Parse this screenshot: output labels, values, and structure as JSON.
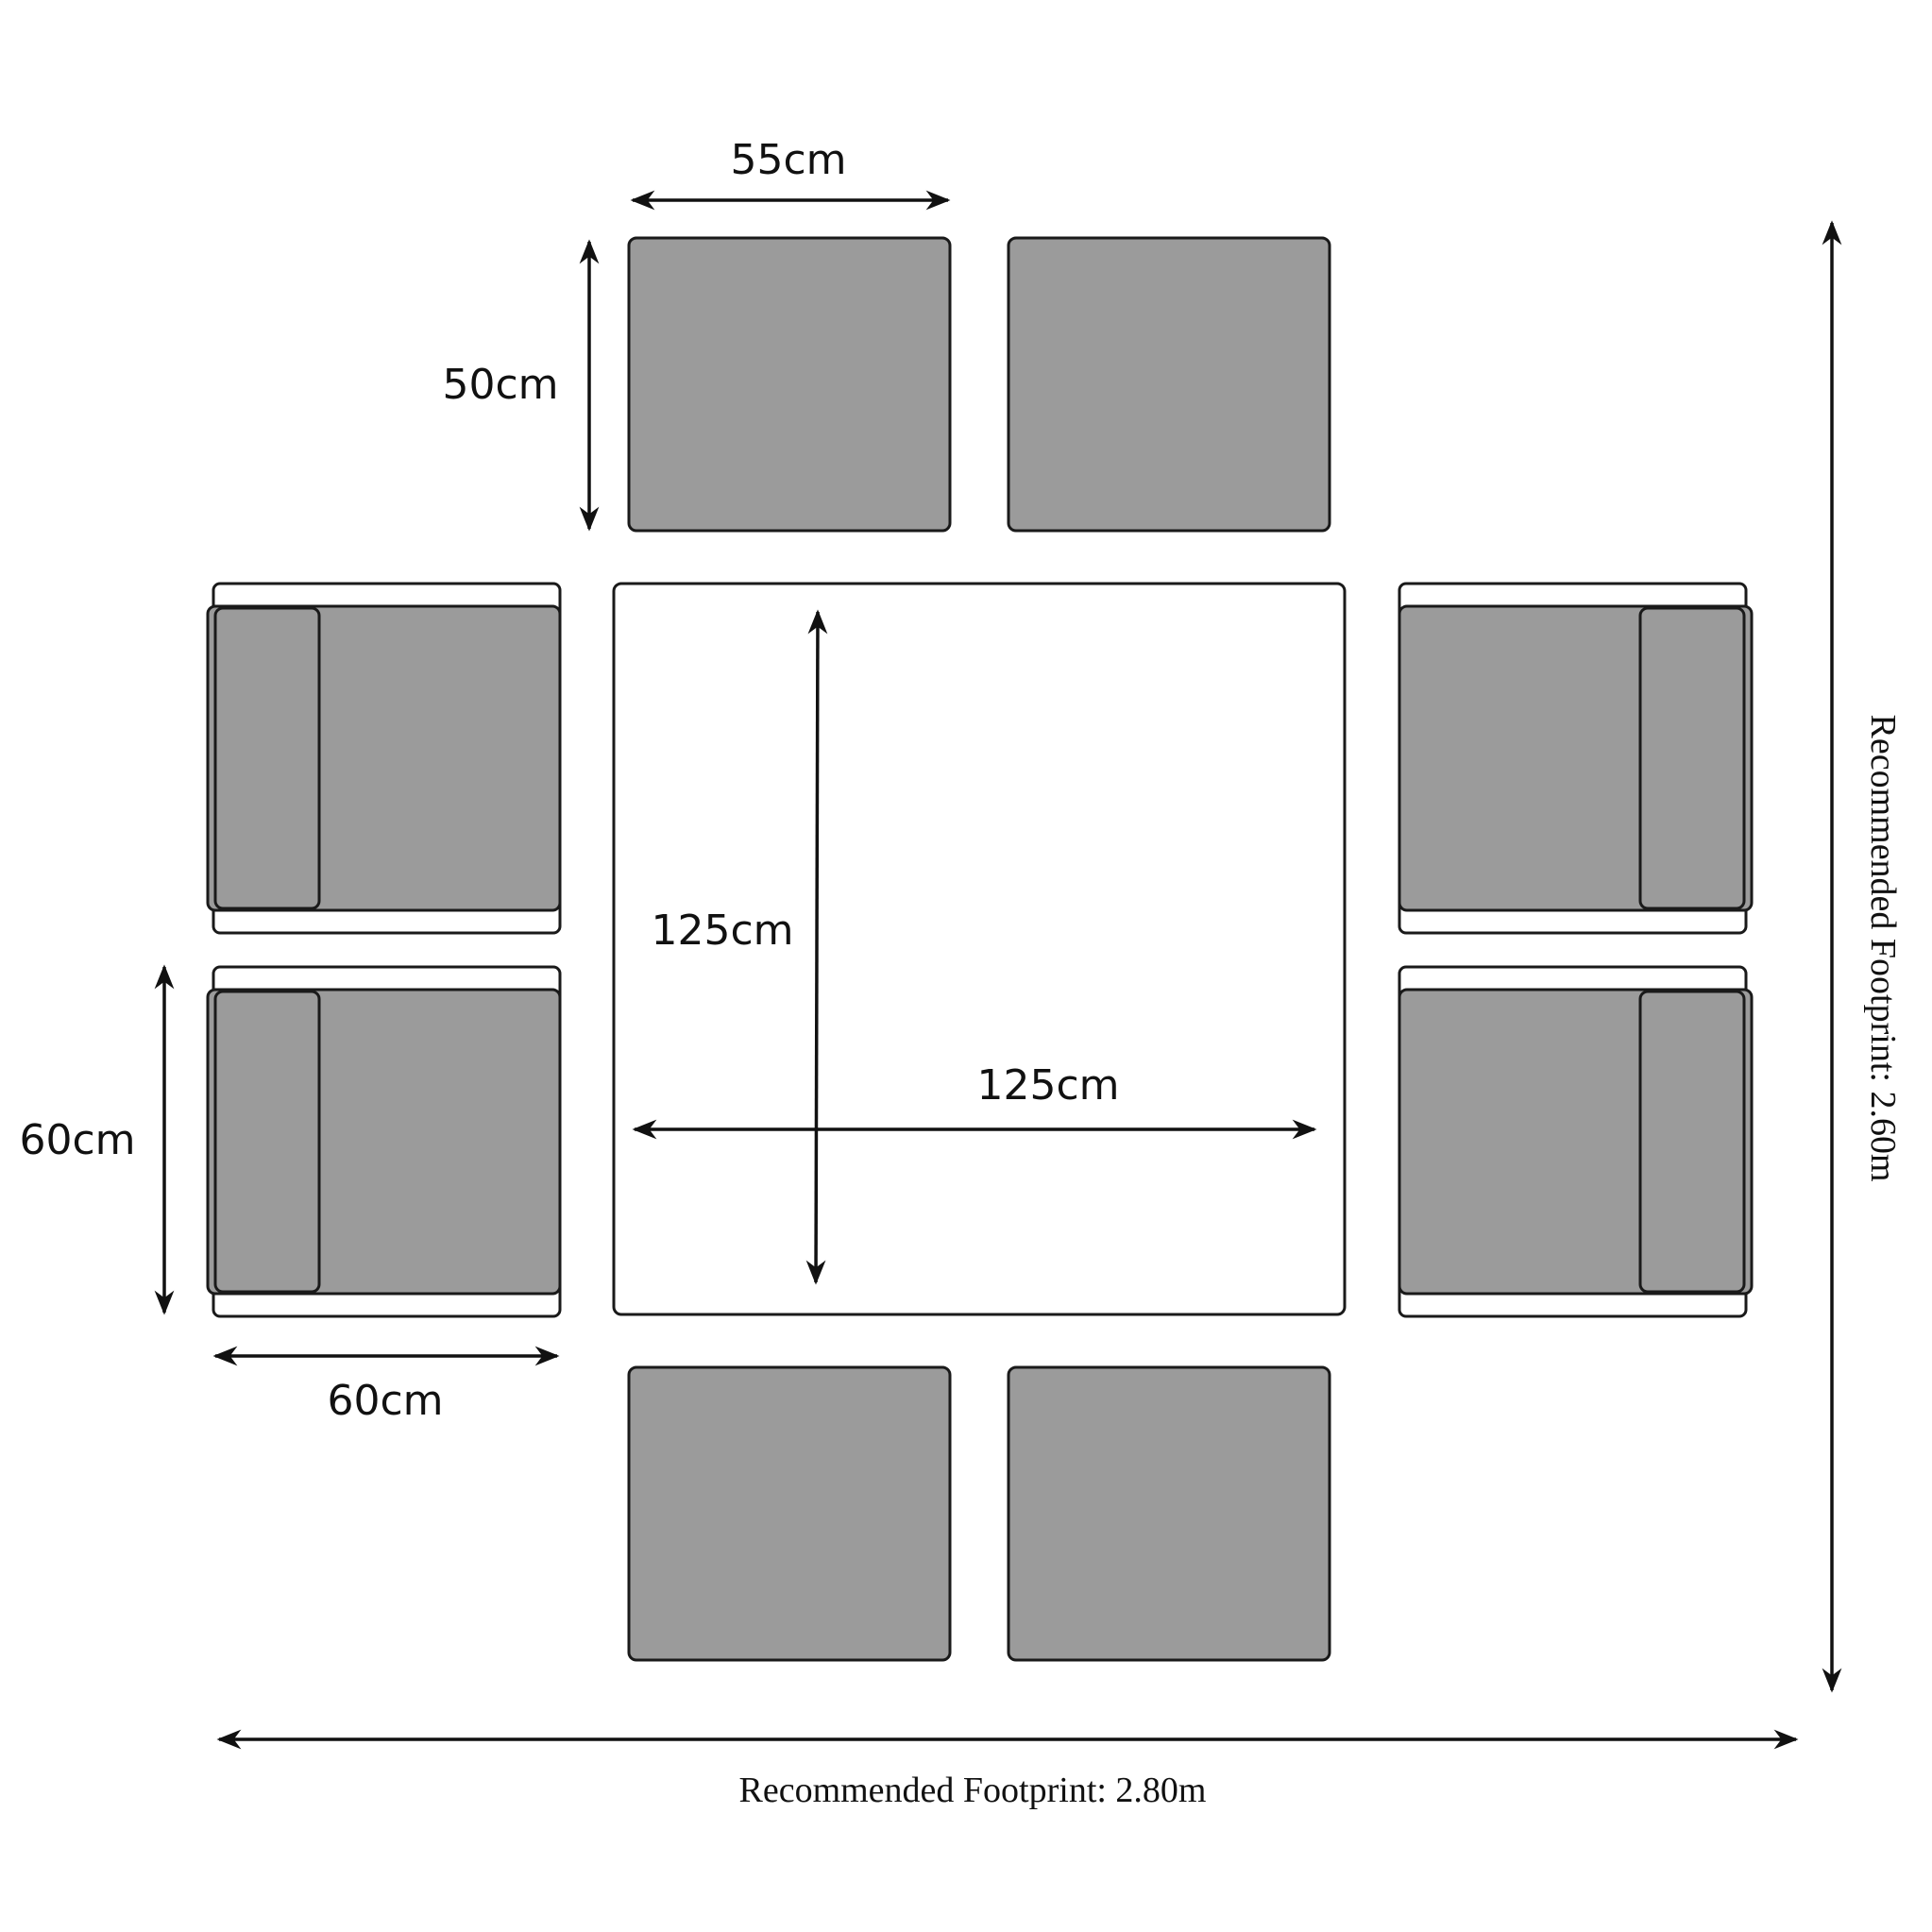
{
  "colors": {
    "seat_fill": "#9b9b9b",
    "outline": "#1a1a1a",
    "background": "#ffffff"
  },
  "labels": {
    "stool_width": "55cm",
    "stool_depth": "50cm",
    "table_depth": "125cm",
    "table_width": "125cm",
    "chair_depth": "60cm",
    "chair_width": "60cm",
    "footprint_depth": "Recommended Footprint: 2.60m",
    "footprint_width": "Recommended Footprint: 2.80m"
  }
}
